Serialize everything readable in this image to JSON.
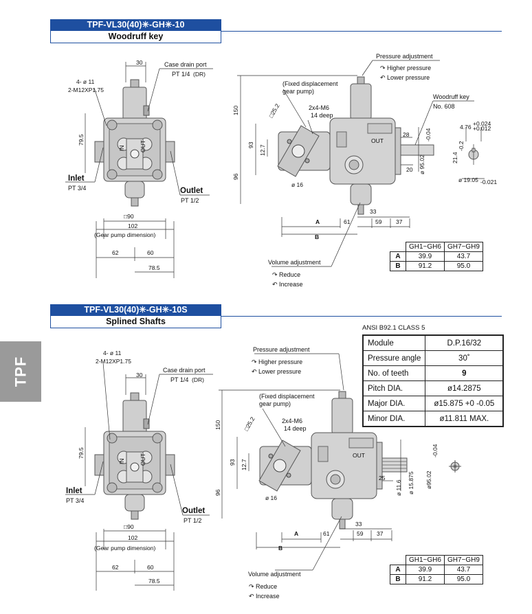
{
  "header1": {
    "model": "TPF-VL30(40)✳-GH✳-10",
    "sub": "Woodruff key"
  },
  "header2": {
    "model": "TPF-VL30(40)✳-GH✳-10S",
    "sub": "Splined Shafts"
  },
  "side_tab": "TPF",
  "front1": {
    "holes": "4- ø 11",
    "thread": "2-M12XP1.75",
    "d30": "30",
    "drain_title": "Case drain port",
    "drain_spec": "PT 1/4",
    "drain_dr": "(DR)",
    "d795": "79.5",
    "inlet": "Inlet",
    "inlet_pt": "PT 3/4",
    "outlet": "Outlet",
    "outlet_pt": "PT 1/2",
    "sq90": "□90",
    "d102": "102",
    "gear_dim": "(Gear pump dimension)",
    "d62": "62",
    "d60": "60",
    "d785": "78.5",
    "in_mark": "IN",
    "out_mark": "OUT"
  },
  "side1": {
    "pressure_adj": "Pressure adjustment",
    "higher": "Higher pressure",
    "lower": "Lower pressure",
    "fixed1": "(Fixed displacement",
    "fixed2": "gear pump)",
    "ang252": "□25.2",
    "m6": "2x4-M6",
    "deep": "14 deep",
    "woodruff": "Woodruff key",
    "woodruff_no": "No. 608",
    "d150": "150",
    "d93": "93",
    "d127": "12.7",
    "d96": "96",
    "d16": "ø 16",
    "d28": "28",
    "d20": "20",
    "d9502": "ø 95.02",
    "d9502_tol": "-0.04",
    "d33": "33",
    "dA": "A",
    "d61": "61",
    "d59": "59",
    "d37": "37",
    "dB": "B",
    "vol_adj": "Volume adjustment",
    "reduce": "Reduce",
    "increase": "Increase",
    "out_mark": "OUT",
    "key_w": "4.76",
    "key_w_tol_up": "+0.024",
    "key_w_tol_dn": "+0.012",
    "key_h": "21.4",
    "key_h_tol": "-0.2",
    "shaft_d": "ø 19.05",
    "shaft_tol_dn": "-0.021"
  },
  "table1": {
    "cols": [
      "GH1~GH6",
      "GH7~GH9"
    ],
    "rows": [
      {
        "k": "A",
        "v": [
          "39.9",
          "43.7"
        ]
      },
      {
        "k": "B",
        "v": [
          "91.2",
          "95.0"
        ]
      }
    ]
  },
  "front2": {
    "holes": "4- ø 11",
    "thread": "2-M12XP1.75",
    "d30": "30",
    "drain_title": "Case drain port",
    "drain_spec": "PT 1/4",
    "drain_dr": "(DR)",
    "d795": "79.5",
    "inlet": "Inlet",
    "inlet_pt": "PT 3/4",
    "outlet": "Outlet",
    "outlet_pt": "PT 1/2",
    "sq90": "□90",
    "d102": "102",
    "gear_dim": "(Gear pump dimension)",
    "d62": "62",
    "d60": "60",
    "d785": "78.5",
    "in_mark": "IN",
    "out_mark": "OUT"
  },
  "side2": {
    "pressure_adj": "Pressure adjustment",
    "higher": "Higher pressure",
    "lower": "Lower pressure",
    "fixed1": "(Fixed displacement",
    "fixed2": "gear pump)",
    "ang252": "□25.2",
    "m6": "2x4-M6",
    "deep": "14 deep",
    "d150": "150",
    "d93": "93",
    "d127": "12.7",
    "d96": "96",
    "d16": "ø 16",
    "d116": "ø 11.6",
    "d15875": "ø 15.875",
    "d9502": "ø95.02",
    "d9502_tol": "-0.04",
    "d25": "25",
    "d33": "33",
    "dA": "A",
    "d61": "61",
    "d59": "59",
    "d37": "37",
    "dB": "B",
    "vol_adj": "Volume adjustment",
    "reduce": "Reduce",
    "increase": "Increase",
    "out_mark": "OUT"
  },
  "table2": {
    "cols": [
      "GH1~GH6",
      "GH7~GH9"
    ],
    "rows": [
      {
        "k": "A",
        "v": [
          "39.9",
          "43.7"
        ]
      },
      {
        "k": "B",
        "v": [
          "91.2",
          "95.0"
        ]
      }
    ]
  },
  "ansi": {
    "caption": "ANSI  B92.1 CLASS 5",
    "rows": [
      {
        "k": "Module",
        "v": "D.P.16/32"
      },
      {
        "k": "Pressure angle",
        "v": "30˚"
      },
      {
        "k": "No. of teeth",
        "v": "9"
      },
      {
        "k": "Pitch DIA.",
        "v": "ø14.2875"
      },
      {
        "k": "Major DIA.",
        "v": "ø15.875 +0 -0.05"
      },
      {
        "k": "Minor DIA.",
        "v": "ø11.811 MAX."
      }
    ]
  }
}
